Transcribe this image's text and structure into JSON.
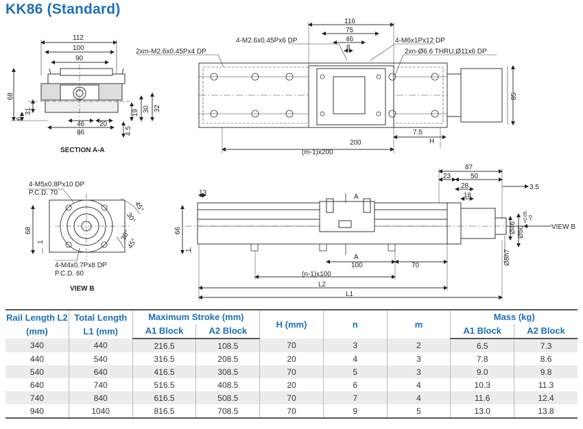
{
  "title": "KK86 (Standard)",
  "section_a": {
    "caption": "SECTION A-A",
    "dims": {
      "w112": "112",
      "w100": "100",
      "w90": "90",
      "h68": "68",
      "h31": "31",
      "h6": "6",
      "w46": "46",
      "w20": "20",
      "w86": "86",
      "h4_5": "4.5",
      "h19": "19",
      "h30": "30",
      "h32": "32"
    }
  },
  "top_view": {
    "labels": {
      "m26": "4-M2.6x0.45Px6 DP",
      "m6": "4-M6x1Px12 DP",
      "xm": "2xm-M2.6x0.45Px4 DP",
      "xn": "2xn-Ø6.6 THRU,Ø11x6 DP"
    },
    "dims": {
      "d116": "116",
      "d75": "75",
      "d46": "46",
      "d8": "8",
      "d85": "85",
      "d7_5": "7.5",
      "dH": "H",
      "d200": "200",
      "dm": "(m-1)x200"
    }
  },
  "view_b": {
    "caption": "VIEW B",
    "labels": {
      "m5": "4-M5x0.8Px10 DP",
      "pcd70": "P.C.D. 70",
      "m4": "4-M4x0.7Px8 DP",
      "pcd60": "P.C.D. 60"
    },
    "dims": {
      "h68": "68",
      "h1": "1",
      "a45a": "45°",
      "a30a": "30°",
      "a30b": "30°",
      "a45b": "45°"
    }
  },
  "side_view": {
    "labels": {
      "secA1": "A",
      "secA2": "A",
      "viewb": "VIEW B"
    },
    "dims": {
      "d13": "13",
      "d87": "87",
      "d23": "23",
      "d50": "50",
      "d28": "28",
      "d18": "18",
      "d3_5": "3.5",
      "h66": "66",
      "h1": "1",
      "d46": "Ø46",
      "d50h": "Ø50",
      "tol1": "+0.05",
      "tol2": "+0",
      "d8h7": "Ø8h7",
      "d100": "100",
      "d70": "70",
      "dn": "(n-1)x100",
      "L2": "L2",
      "L1": "L1"
    }
  },
  "table": {
    "headers": {
      "rail": "Rail Length L2 (mm)",
      "total": "Total Length L1 (mm)",
      "stroke": "Maximum  Stroke (mm)",
      "a1": "A1 Block",
      "a2": "A2 Block",
      "h": "H (mm)",
      "n": "n",
      "m": "m",
      "mass": "Mass (kg)",
      "ma1": "A1 Block",
      "ma2": "A2 Block"
    },
    "rows": [
      [
        "340",
        "440",
        "216.5",
        "108.5",
        "70",
        "3",
        "2",
        "6.5",
        "7.3"
      ],
      [
        "440",
        "540",
        "316.5",
        "208.5",
        "20",
        "4",
        "3",
        "7.8",
        "8.6"
      ],
      [
        "540",
        "640",
        "416.5",
        "308.5",
        "70",
        "5",
        "3",
        "9.0",
        "9.8"
      ],
      [
        "640",
        "740",
        "516.5",
        "408.5",
        "20",
        "6",
        "4",
        "10.3",
        "11.3"
      ],
      [
        "740",
        "840",
        "616.5",
        "508.5",
        "70",
        "7",
        "4",
        "11.6",
        "12.4"
      ],
      [
        "940",
        "1040",
        "816.5",
        "708.5",
        "70",
        "9",
        "5",
        "13.0",
        "13.8"
      ]
    ]
  },
  "colors": {
    "accent": "#1d6fb8",
    "line": "#333333",
    "hatch": "#888888"
  }
}
